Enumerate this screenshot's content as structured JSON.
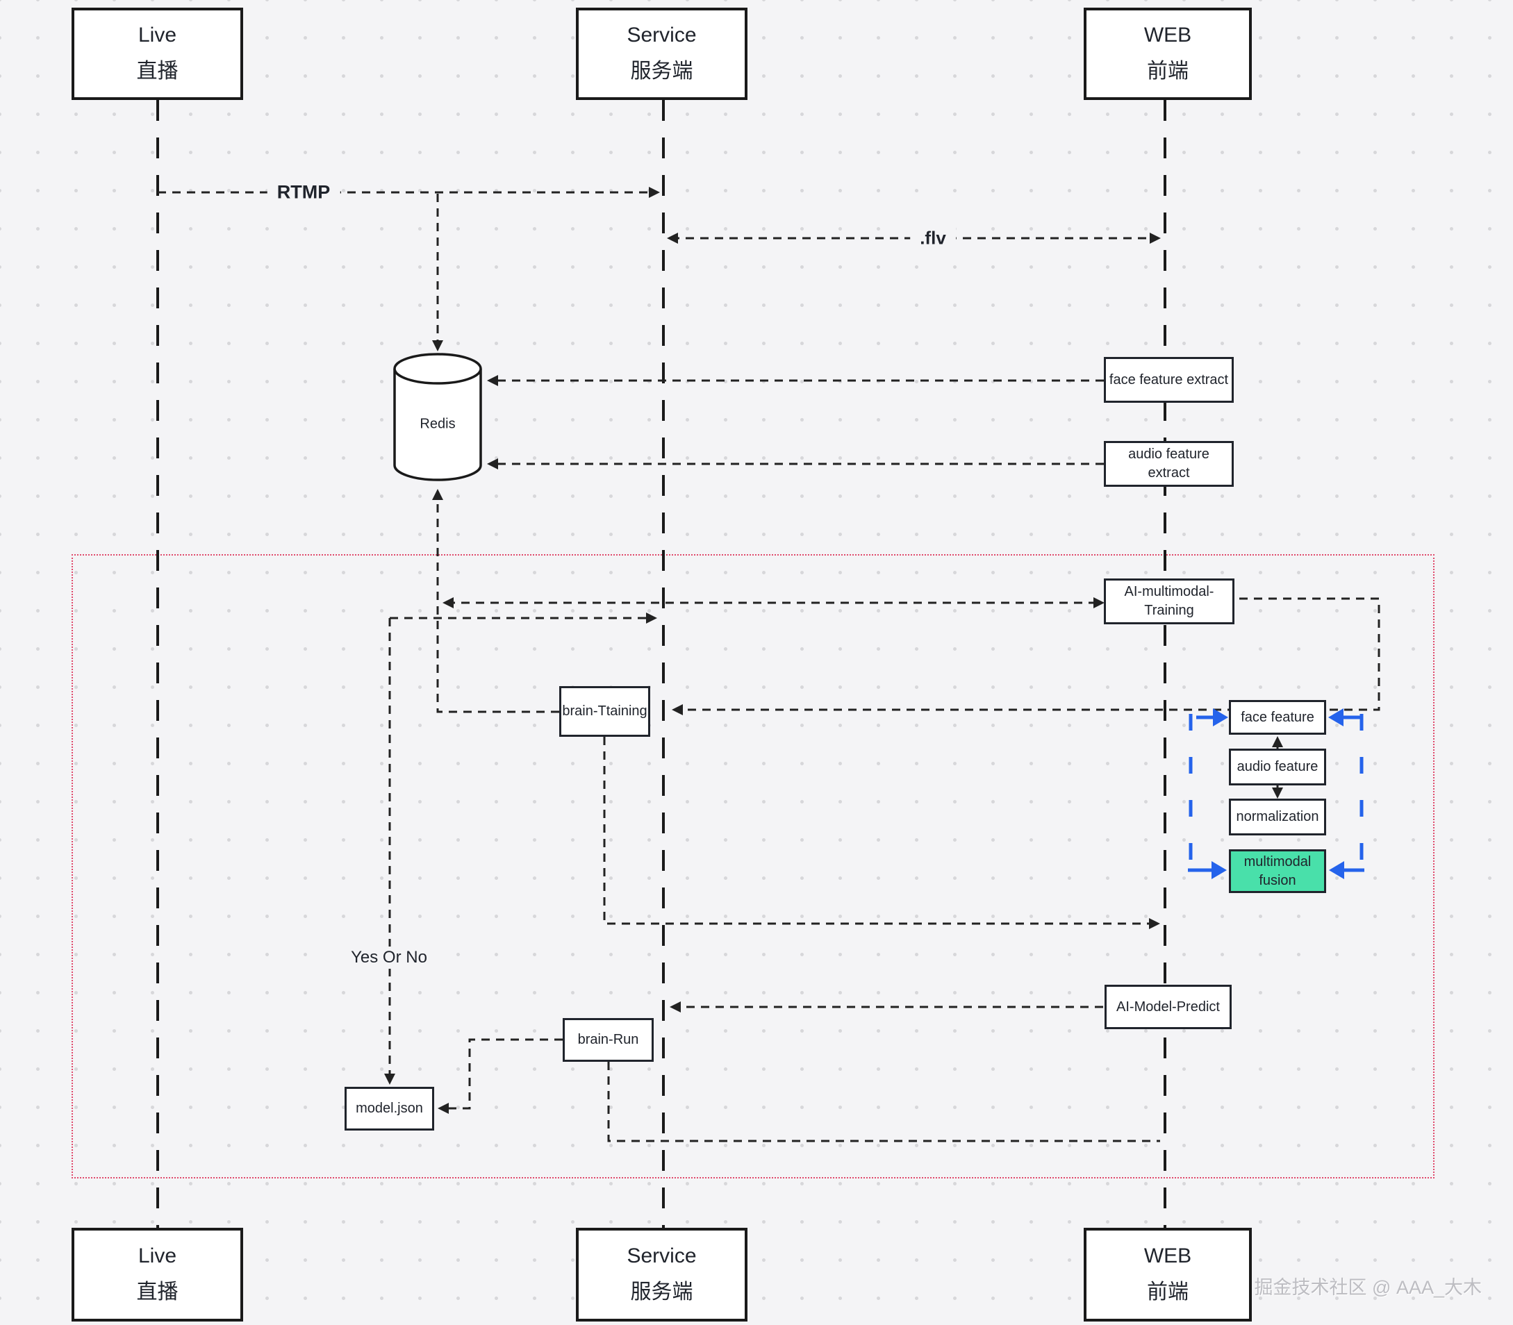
{
  "participants": {
    "live": {
      "en": "Live",
      "zh": "直播"
    },
    "service": {
      "en": "Service",
      "zh": "服务端"
    },
    "web": {
      "en": "WEB",
      "zh": "前端"
    }
  },
  "datastore": {
    "redis": "Redis"
  },
  "messages": {
    "rtmp": "RTMP",
    "flv": ".flv",
    "yes_or_no": "Yes Or No"
  },
  "nodes": {
    "face_feature_extract": "face feature extract",
    "audio_feature_extract": "audio feature extract",
    "ai_multimodal_training": {
      "line1": "AI-multimodal-",
      "line2": "Training"
    },
    "brain_ttaining": "brain-Ttaining",
    "pipeline": {
      "face_feature": "face feature",
      "audio_feature": "audio feature",
      "normalization": "normalization",
      "multimodal_fusion": {
        "line1": "multimodal",
        "line2": "fusion"
      }
    },
    "ai_model_predict": "AI-Model-Predict",
    "brain_run": "brain-Run",
    "model_json": "model.json"
  },
  "watermark": "掘金技术社区 @ AAA_大木",
  "colors": {
    "accent_blue": "#2563eb",
    "fusion_green": "#49e0aa",
    "frame_pink": "#e0496b",
    "line_dark": "#222222"
  }
}
